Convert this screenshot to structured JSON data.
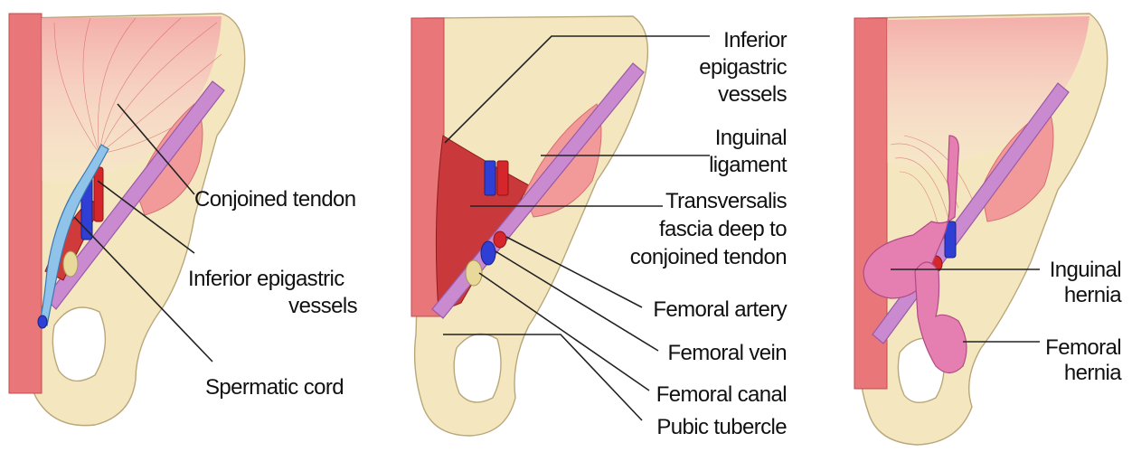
{
  "panel1": {
    "labels": {
      "conjoined_tendon": "Conjoined tendon",
      "inferior_epigastric_1": "Inferior epigastric",
      "inferior_epigastric_2": "vessels",
      "spermatic_cord": "Spermatic cord"
    }
  },
  "panel2": {
    "labels": {
      "inferior_epigastric_1": "Inferior",
      "inferior_epigastric_2": "epigastric",
      "inferior_epigastric_3": "vessels",
      "inguinal_ligament_1": "Inguinal",
      "inguinal_ligament_2": "ligament",
      "transversalis_1": "Transversalis",
      "transversalis_2": "fascia deep to",
      "transversalis_3": "conjoined tendon",
      "femoral_artery": "Femoral artery",
      "femoral_vein": "Femoral vein",
      "femoral_canal": "Femoral canal",
      "pubic_tubercle": "Pubic tubercle"
    }
  },
  "panel3": {
    "labels": {
      "inguinal_hernia_1": "Inguinal",
      "inguinal_hernia_2": "hernia",
      "femoral_hernia_1": "Femoral",
      "femoral_hernia_2": "hernia"
    }
  },
  "colors": {
    "bone": "#f4e7bf",
    "rectus_muscle": "#e9777a",
    "ligament": "#c98ad0",
    "artery": "#d4262b",
    "vein": "#2f3fd6",
    "spermatic_cord": "#8fc3ea",
    "hernia": "#e57fb2"
  }
}
